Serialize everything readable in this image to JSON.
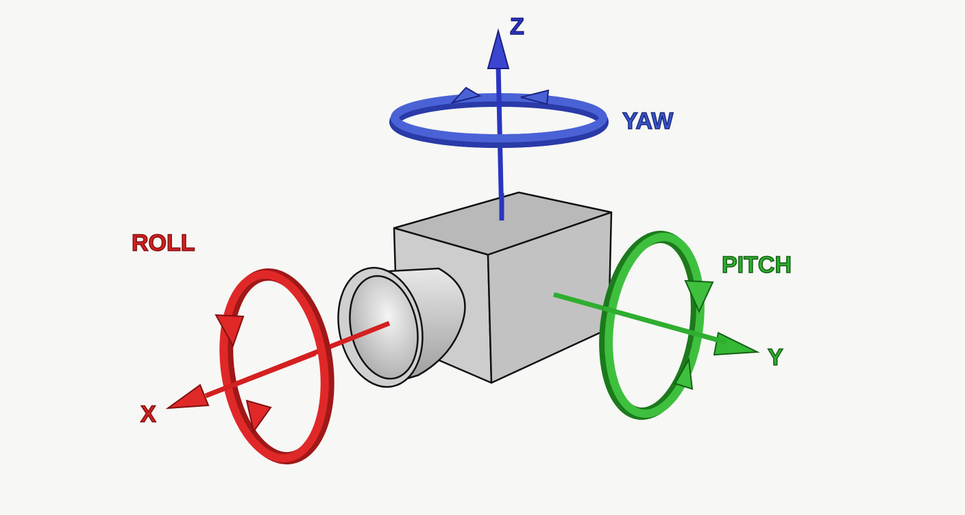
{
  "labels": {
    "z": "Z",
    "yaw": "YAW",
    "roll": "ROLL",
    "pitch": "PITCH",
    "x": "X",
    "y": "Y"
  },
  "colors": {
    "z": "#2a35c0",
    "yaw": "#3a55c8",
    "x": "#d42020",
    "y": "#2fae2f",
    "body": "#c8c8c8",
    "background": "#f7f7f5"
  }
}
